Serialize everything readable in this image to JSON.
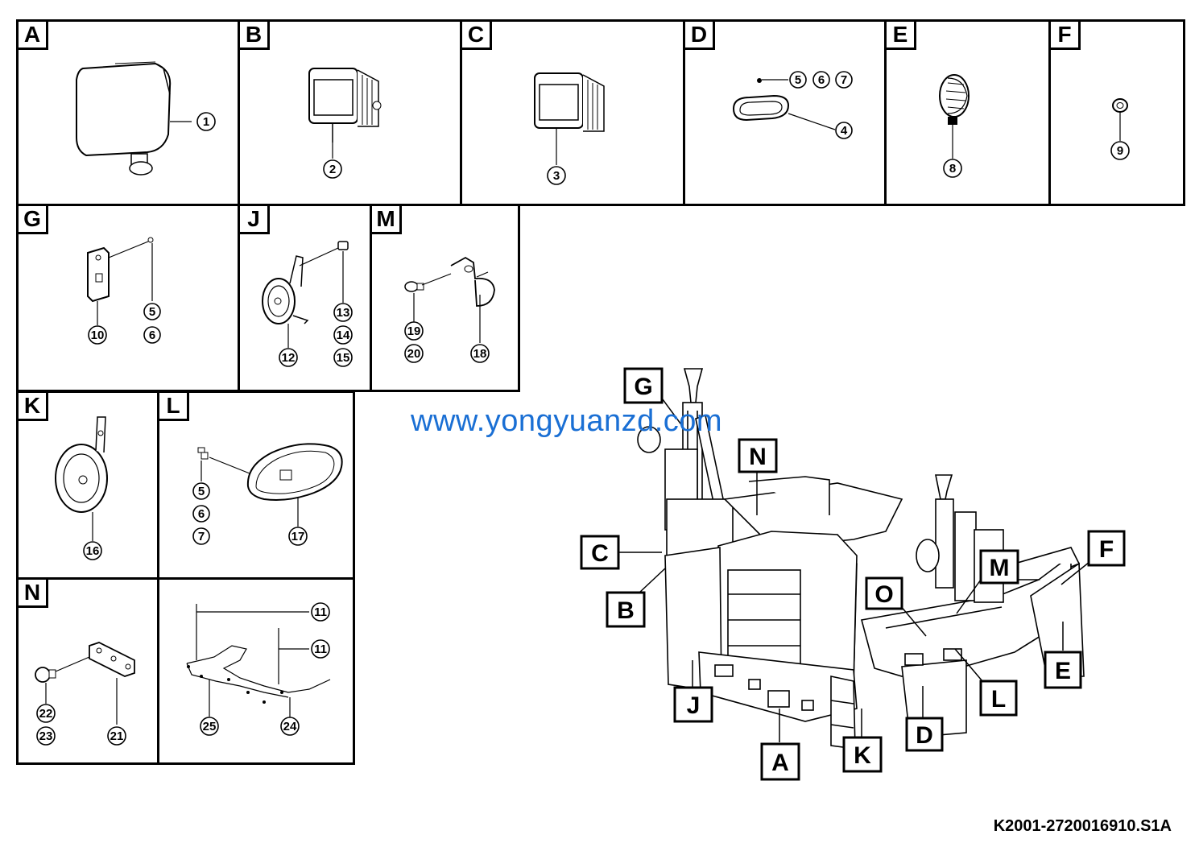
{
  "panels": {
    "A": {
      "label": "A",
      "callouts": [
        "1"
      ]
    },
    "B": {
      "label": "B",
      "callouts": [
        "2"
      ]
    },
    "C": {
      "label": "C",
      "callouts": [
        "3"
      ]
    },
    "D": {
      "label": "D",
      "callouts": [
        "5",
        "6",
        "7",
        "4"
      ]
    },
    "E": {
      "label": "E",
      "callouts": [
        "8"
      ]
    },
    "F": {
      "label": "F",
      "callouts": [
        "9"
      ]
    },
    "G": {
      "label": "G",
      "callouts": [
        "5",
        "6",
        "10"
      ]
    },
    "J": {
      "label": "J",
      "callouts": [
        "13",
        "14",
        "15",
        "12"
      ]
    },
    "M": {
      "label": "M",
      "callouts": [
        "19",
        "20",
        "18"
      ]
    },
    "K": {
      "label": "K",
      "callouts": [
        "16"
      ]
    },
    "L": {
      "label": "L",
      "callouts": [
        "5",
        "6",
        "7",
        "17"
      ]
    },
    "N": {
      "label": "N",
      "callouts": [
        "22",
        "23",
        "21"
      ]
    },
    "P": {
      "label": "",
      "callouts": [
        "11",
        "11",
        "25",
        "24"
      ]
    }
  },
  "overview_labels": [
    "G",
    "N",
    "C",
    "B",
    "J",
    "A",
    "K",
    "O",
    "M",
    "F",
    "E",
    "L",
    "D"
  ],
  "watermark": "www.yongyuanzd.com",
  "drawing_code": "K2001-2720016910.S1A"
}
